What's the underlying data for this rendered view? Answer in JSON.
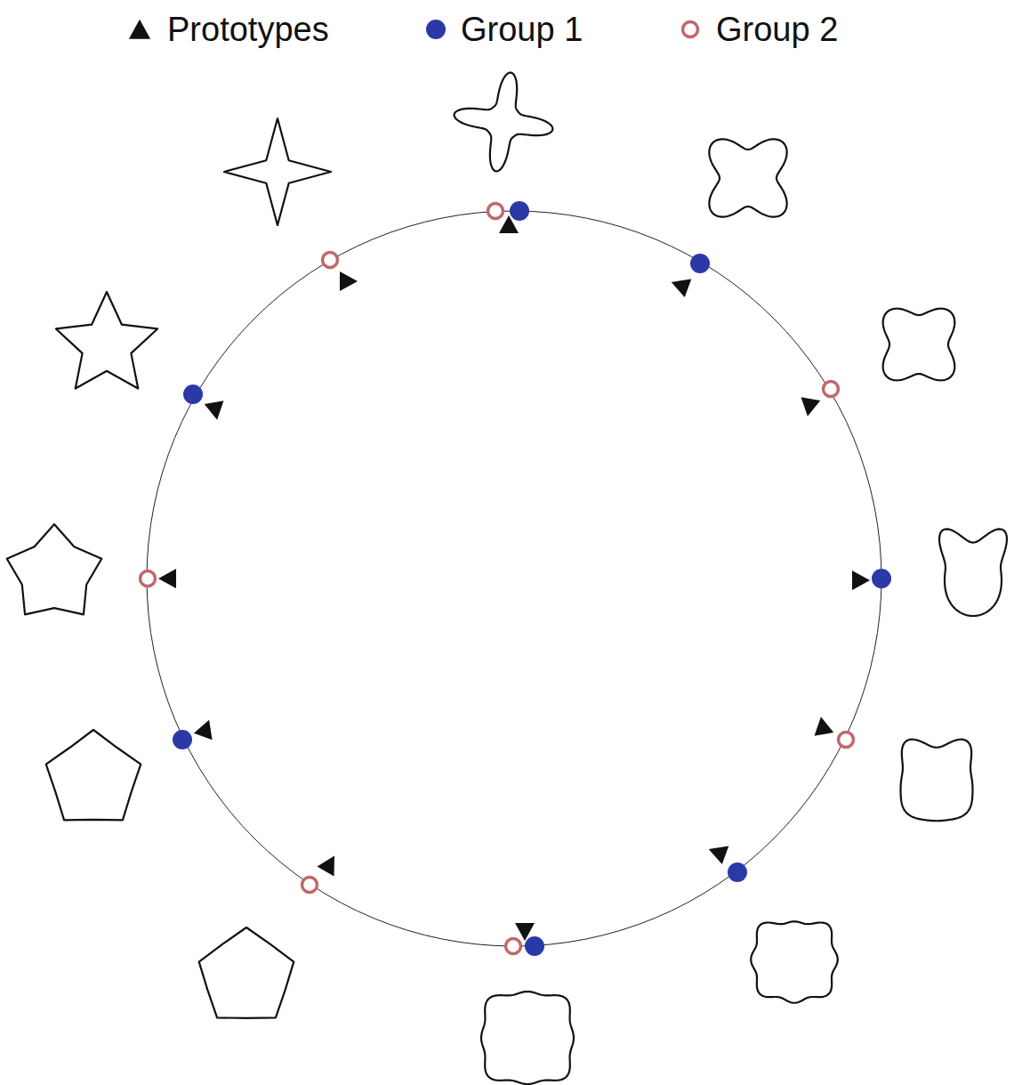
{
  "diagram": {
    "legend": [
      {
        "text": "Prototypes"
      },
      {
        "text": "Group 1"
      },
      {
        "text": "Group 2"
      }
    ]
  }
}
